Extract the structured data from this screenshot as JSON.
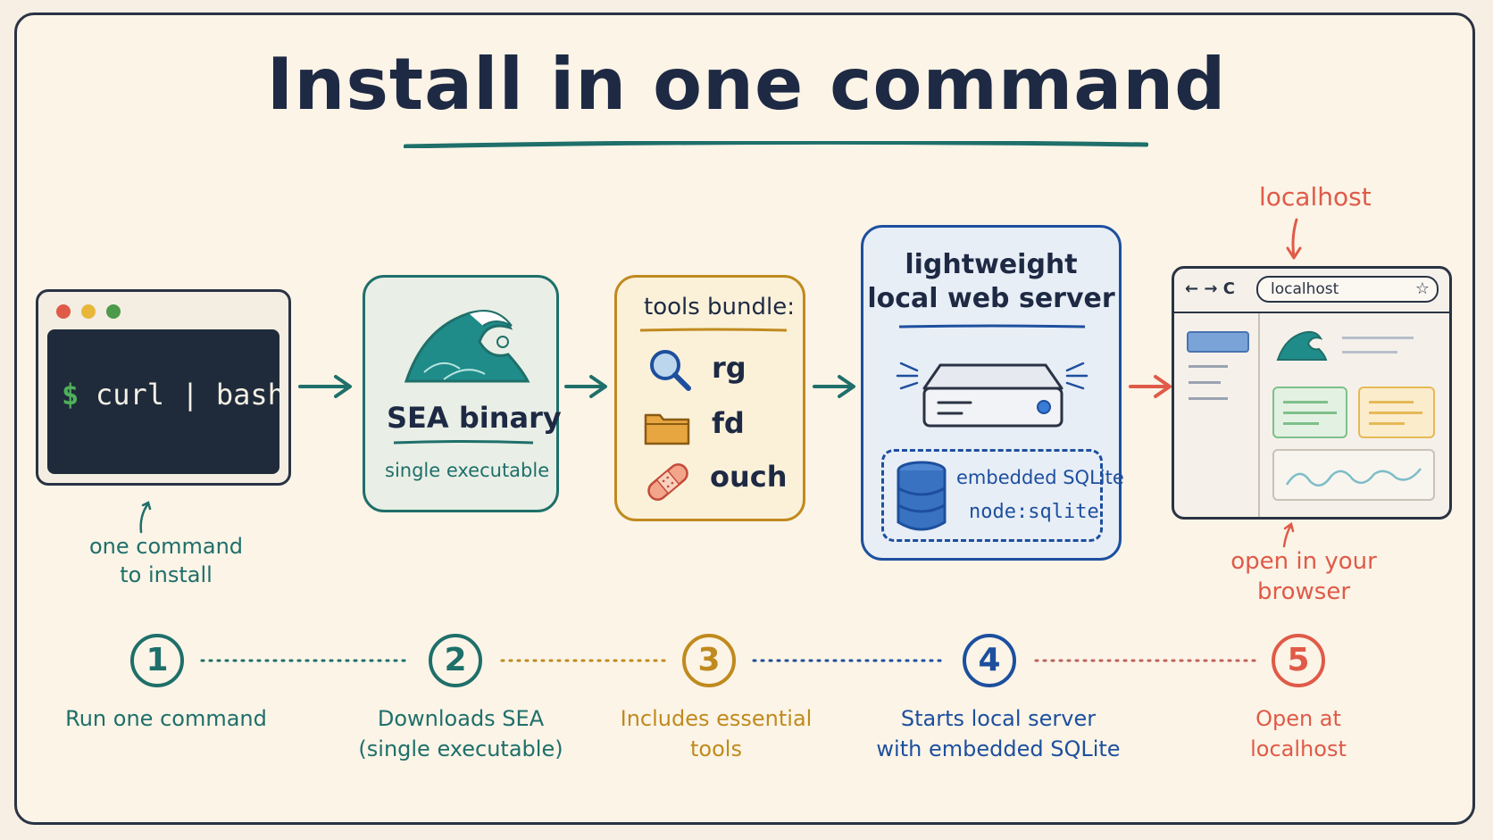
{
  "title": "Install in one command",
  "terminal": {
    "prompt": "$",
    "command": "curl | bash"
  },
  "note_install": {
    "line1": "one command",
    "line2": "to install"
  },
  "sea_card": {
    "label": "SEA binary",
    "sublabel": "single executable"
  },
  "tools_card": {
    "heading": "tools bundle:",
    "items": [
      "rg",
      "fd",
      "ouch"
    ]
  },
  "server_card": {
    "line1": "lightweight",
    "line2": "local web server",
    "db_line1": "embedded SQLite",
    "db_line2": "node:sqlite"
  },
  "browser": {
    "address": "localhost",
    "nav_glyphs": "← → C"
  },
  "note_localhost": "localhost",
  "note_open": {
    "line1": "open in your",
    "line2": "browser"
  },
  "steps": [
    {
      "num": "1",
      "line1": "Run one command",
      "line2": ""
    },
    {
      "num": "2",
      "line1": "Downloads SEA",
      "line2": "(single executable)"
    },
    {
      "num": "3",
      "line1": "Includes essential",
      "line2": "tools"
    },
    {
      "num": "4",
      "line1": "Starts local server",
      "line2": "with embedded SQLite"
    },
    {
      "num": "5",
      "line1": "Open at",
      "line2": "localhost"
    }
  ],
  "colors": {
    "teal": "#1f6f6a",
    "gold": "#c08a1e",
    "blue": "#1d4f9e",
    "red": "#e05a48",
    "ink": "#1e2a44"
  }
}
